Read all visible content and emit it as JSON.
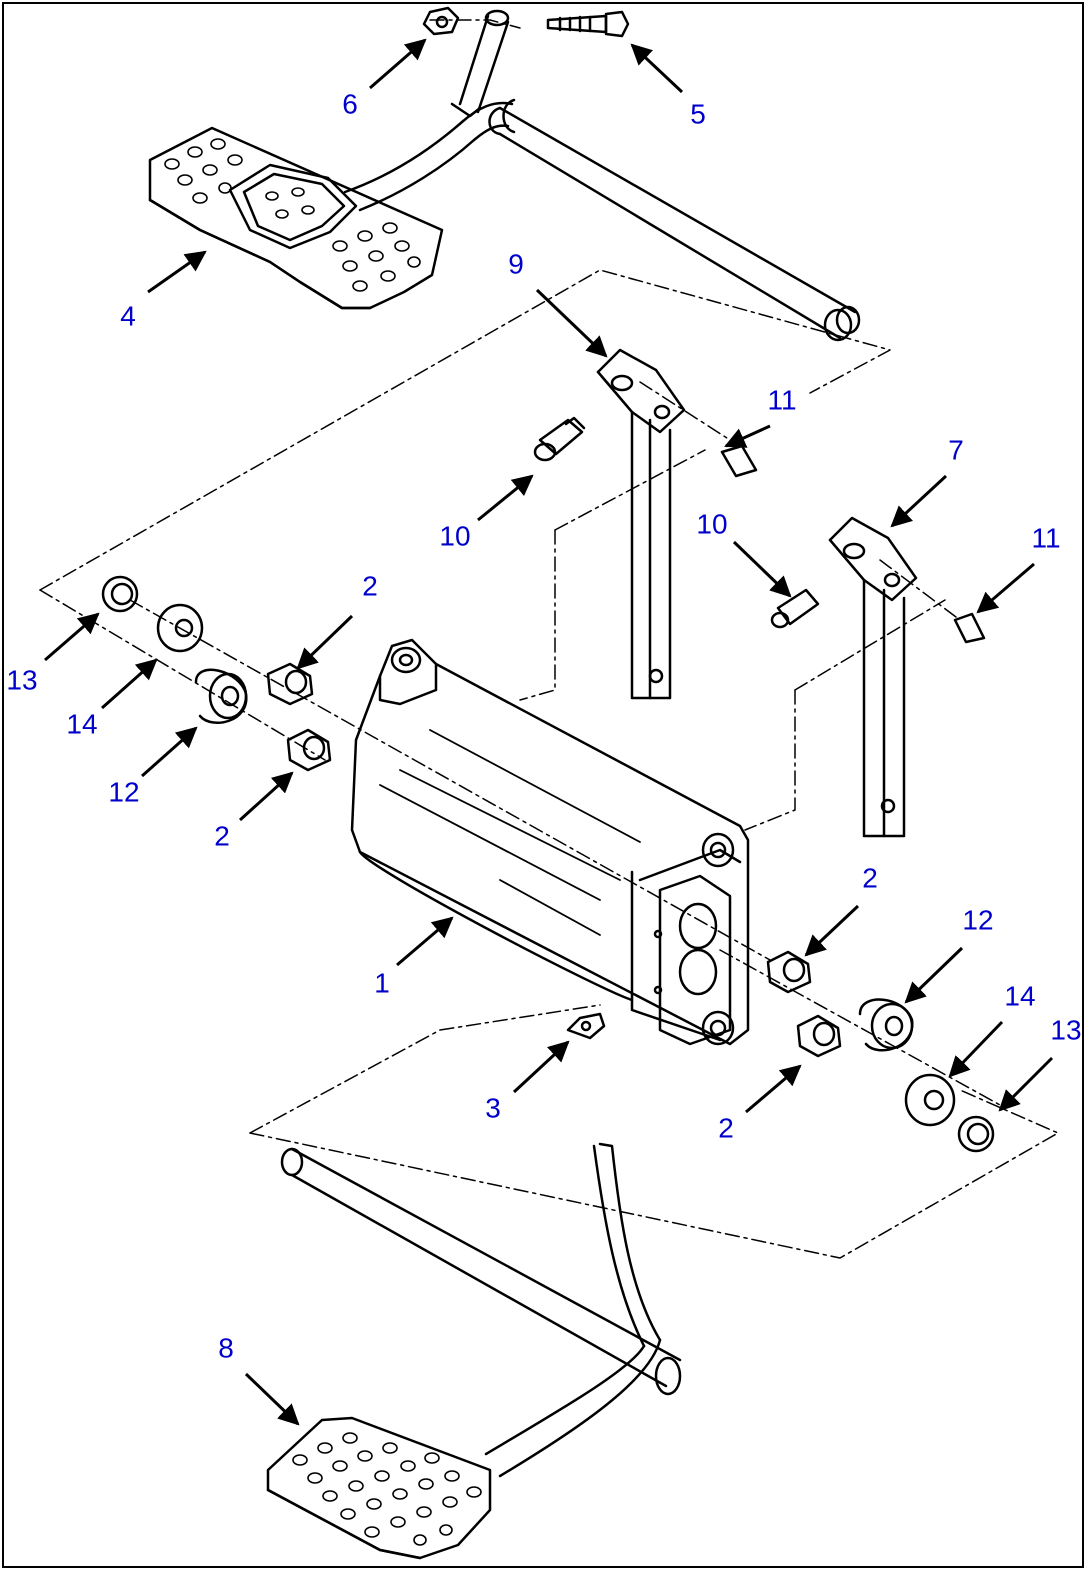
{
  "diagram": {
    "type": "exploded parts view",
    "label_color": "#0000cc",
    "line_color": "#000000",
    "labels": [
      "1",
      "2",
      "2",
      "2",
      "2",
      "3",
      "4",
      "5",
      "6",
      "7",
      "8",
      "9",
      "10",
      "10",
      "11",
      "11",
      "12",
      "12",
      "13",
      "13",
      "14",
      "14"
    ]
  }
}
